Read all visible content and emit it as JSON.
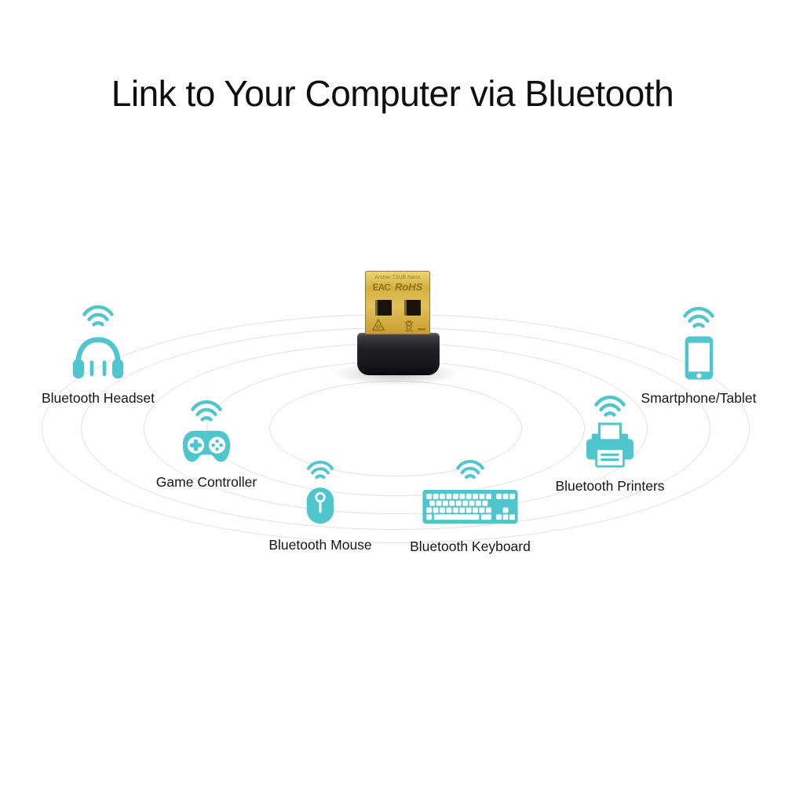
{
  "title": "Link to Your Computer via Bluetooth",
  "adapter": {
    "model_text": "Archer T2UB Nano",
    "eac_mark": "EAC",
    "rohs_mark": "RoHS"
  },
  "devices": [
    {
      "label": "Bluetooth Headset",
      "icon": "headset-icon"
    },
    {
      "label": "Game Controller",
      "icon": "gamepad-icon"
    },
    {
      "label": "Bluetooth Mouse",
      "icon": "mouse-icon"
    },
    {
      "label": "Bluetooth Keyboard",
      "icon": "keyboard-icon"
    },
    {
      "label": "Bluetooth Printers",
      "icon": "printer-icon"
    },
    {
      "label": "Smartphone/Tablet",
      "icon": "smartphone-icon"
    }
  ],
  "colors": {
    "accent_teal": "#4fc5cd",
    "ring_gray": "#e0e0e0",
    "title_black": "#0f0f0f",
    "connector_gold": "#d3ac3d",
    "adapter_black": "#1a1a1c"
  }
}
